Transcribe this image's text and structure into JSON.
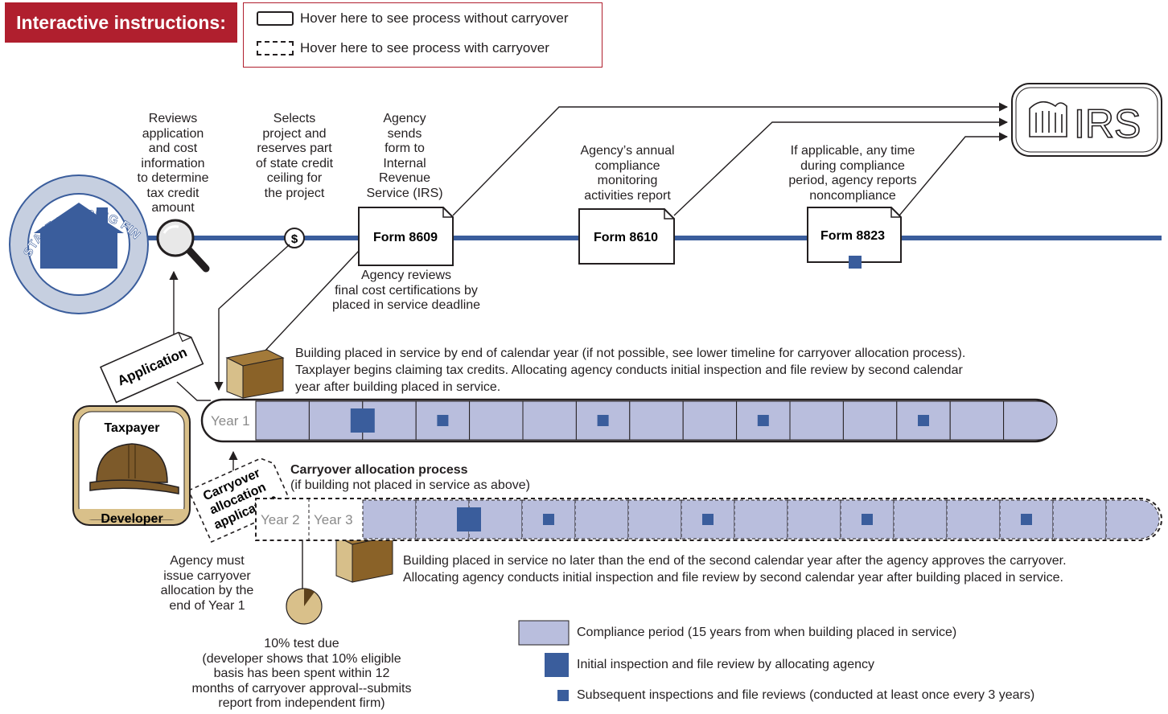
{
  "header": {
    "title": "Interactive instructions:",
    "hover_without": "Hover here to see process without carryover",
    "hover_with": "Hover here to see process with carryover"
  },
  "agency": {
    "seal_text": "STATE HOUSING FINANCE AGENCY"
  },
  "irs": {
    "logo_text": "IRS"
  },
  "steps": {
    "reviews": [
      "Reviews",
      "application",
      "and cost",
      "information",
      "to determine",
      "tax credit",
      "amount"
    ],
    "selects": [
      "Selects",
      "project and",
      "reserves part",
      "of state credit",
      "ceiling for",
      "the project"
    ],
    "sends": [
      "Agency",
      "sends",
      "form to",
      "Internal",
      "Revenue",
      "Service (IRS)"
    ],
    "annual": [
      "Agency’s annual",
      "compliance",
      "monitoring",
      "activities report"
    ],
    "noncompliance": [
      "If applicable, any time",
      "during compliance",
      "period, agency reports",
      "noncompliance"
    ],
    "final_review": [
      "Agency reviews",
      "final cost certifications by",
      "placed in service deadline"
    ]
  },
  "forms": {
    "f8609": "Form 8609",
    "f8610": "Form 8610",
    "f8823": "Form 8823"
  },
  "dollar_symbol": "$",
  "application_label": "Application",
  "carryover_application_lines": [
    "Carryover",
    "allocation",
    "application"
  ],
  "taxpayer": {
    "top": "Taxpayer",
    "bottom": "Developer"
  },
  "timeline1": {
    "description": [
      "Building placed in service by end of calendar year (if not possible, see lower timeline for carryover allocation process).",
      "Taxplayer begins claiming tax credits. Allocating agency conducts initial inspection and file review by second calendar",
      "year after building placed in service."
    ],
    "year_label": "Year 1",
    "segments": 15,
    "initial_inspection_segment": 2,
    "subsequent_inspection_segments": [
      3,
      6,
      9,
      12
    ]
  },
  "timeline2": {
    "title": "Carryover allocation process",
    "subtitle": "(if building not placed in service as above)",
    "year_labels": [
      "Year 2",
      "Year 3"
    ],
    "description": [
      "Building placed in service no later than the end of the second calendar year after the agency approves the carryover.",
      "Allocating agency conducts initial inspection and file review by second calendar year after building placed in service."
    ],
    "segments": 15,
    "initial_inspection_segment": 2,
    "subsequent_inspection_segments": [
      3,
      6,
      9,
      12
    ]
  },
  "carryover_deadline": [
    "Agency must",
    "issue carryover",
    "allocation by the",
    "end of Year 1"
  ],
  "ten_percent": [
    "10% test due",
    "(developer shows that 10% eligible",
    "basis has been spent within 12",
    "months of carryover approval--submits",
    "report from independent firm)"
  ],
  "ten_percent_pie_fraction": 0.1,
  "legend": {
    "compliance": "Compliance period (15 years from when building placed in service)",
    "initial": "Initial inspection and file review by allocating agency",
    "subsequent": "Subsequent inspections and file reviews (conducted at least once every 3 years)"
  },
  "colors": {
    "header_red": "#b01f2e",
    "timeline_blue": "#3a5d9c",
    "segment_lavender": "#b9bedd",
    "inspection_blue": "#3a5d9c",
    "hardhat_brown": "#7d5a2a",
    "taxpayer_tan": "#d9c08a",
    "seal_ring": "#c6cfe0"
  }
}
